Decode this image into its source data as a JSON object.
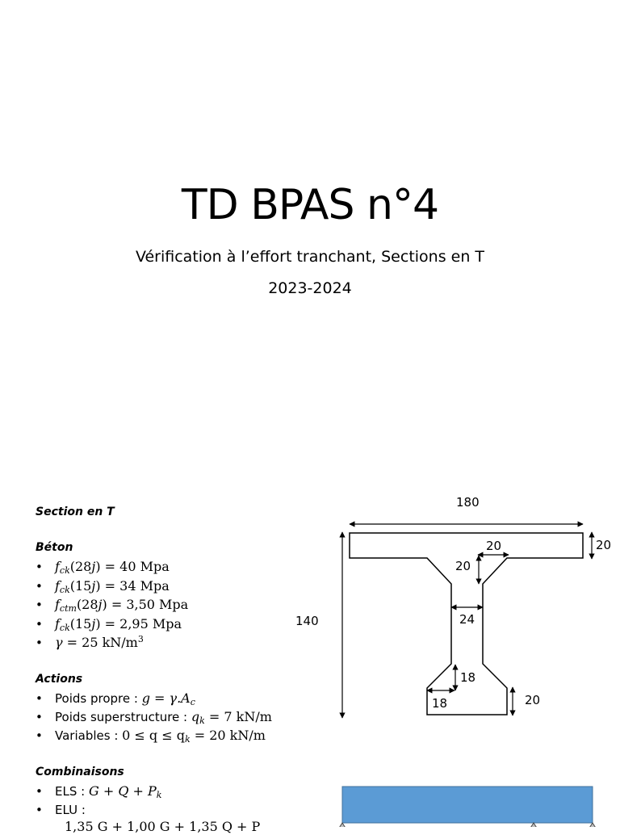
{
  "title": "TD BPAS n°4",
  "subtitle_line1": "Vérification à l’effort tranchant, Sections en T",
  "subtitle_line2": "2023-2024",
  "section_heading": "Section en T",
  "beton": {
    "heading": "Béton",
    "items": [
      {
        "var": "f",
        "sub": "ck",
        "arg": "(28",
        "argvar": "j",
        "rhs": ") = 40 Mpa"
      },
      {
        "var": "f",
        "sub": "ck",
        "arg": "(15",
        "argvar": "j",
        "rhs": ") = 34 Mpa"
      },
      {
        "var": "f",
        "sub": "ctm",
        "arg": "(28",
        "argvar": "j",
        "rhs": ") = 3,50 Mpa"
      },
      {
        "var": "f",
        "sub": "ck",
        "arg": "(15",
        "argvar": "j",
        "rhs": ") = 2,95 Mpa"
      }
    ],
    "gamma": {
      "var": "γ",
      "rhs": " = 25 kN/m",
      "exp": "3"
    }
  },
  "actions": {
    "heading": "Actions",
    "items": [
      {
        "label": "Poids propre : ",
        "math": "g = γ.A",
        "sub": "c"
      },
      {
        "label": "Poids superstructure :  ",
        "math": "q",
        "sub": "k",
        "rhs": " = 7 kN/m"
      },
      {
        "label": "Variables :  ",
        "math": "0 ≤ q ≤ q",
        "sub": "k",
        "rhs": " = 20 kN/m"
      }
    ]
  },
  "combinaisons": {
    "heading": "Combinaisons",
    "els": {
      "label": "ELS : ",
      "math": "G + Q + P",
      "sub": "k"
    },
    "elu": {
      "label": "ELU :",
      "line": "1,35 G      + 1,00 G      + 1,35 Q + P"
    }
  },
  "bullet_char": "•",
  "dimensions": {
    "total_width": "180",
    "flange_thickness": "20",
    "chamfer_horizontal": "20",
    "chamfer_vertical": "20",
    "total_height": "140",
    "web_width": "24",
    "bottom_chamfer_vertical": "18",
    "bottom_chamfer_horizontal": "18",
    "bottom_flange_thickness": "20"
  },
  "colors": {
    "beam_fill": "#5b9bd5",
    "beam_stroke": "#41719c",
    "ink": "#000000"
  }
}
